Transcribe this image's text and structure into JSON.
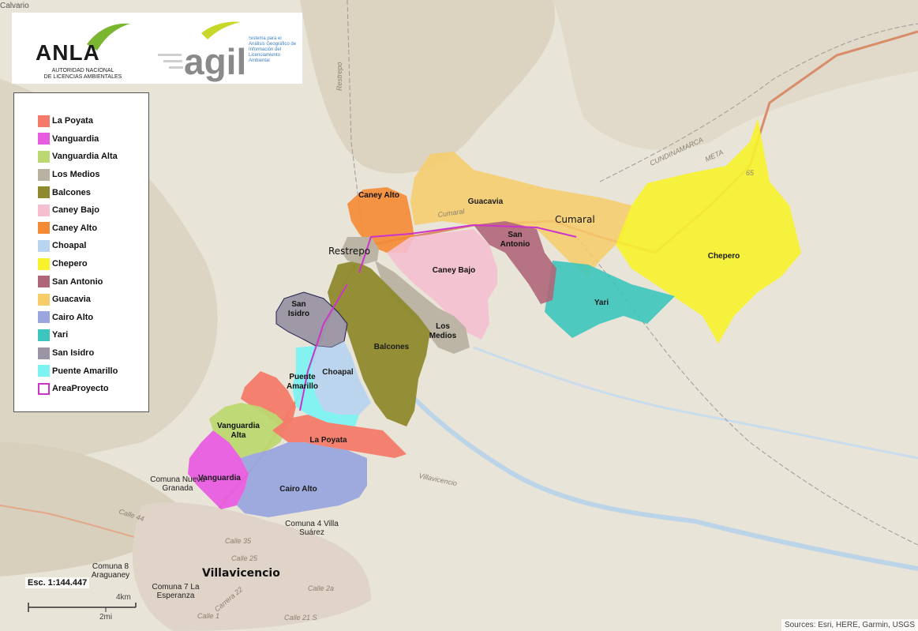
{
  "colors": {
    "background": "#e9e4d8",
    "water": "#bcd4e8",
    "road": "#d98c6a",
    "project_area": "#cc33cc"
  },
  "logos": {
    "anla_name": "ANLA",
    "anla_subtitle_line1": "AUTORIDAD NACIONAL",
    "anla_subtitle_line2": "DE LICENCIAS AMBIENTALES",
    "agil_name": "agil",
    "agil_tagline": "Sistema para el Análisis Geográfico de Información del Licenciamiento Ambiental"
  },
  "legend": {
    "items": [
      {
        "label": "La Poyata",
        "color": "#f47a6a"
      },
      {
        "label": "Vanguardia",
        "color": "#e85de0"
      },
      {
        "label": "Vanguardia Alta",
        "color": "#bcd870"
      },
      {
        "label": "Los Medios",
        "color": "#b9b2a3"
      },
      {
        "label": "Balcones",
        "color": "#8f8a2e"
      },
      {
        "label": "Caney Bajo",
        "color": "#f5bfd0"
      },
      {
        "label": "Caney Alto",
        "color": "#f58a34"
      },
      {
        "label": "Choapal",
        "color": "#b9d4ef"
      },
      {
        "label": "Chepero",
        "color": "#f7f22c"
      },
      {
        "label": "San Antonio",
        "color": "#b0667a"
      },
      {
        "label": "Guacavia",
        "color": "#f7cd6a"
      },
      {
        "label": "Cairo Alto",
        "color": "#9aa6dd"
      },
      {
        "label": "Yari",
        "color": "#3cc5be"
      },
      {
        "label": "San Isidro",
        "color": "#9a94a4"
      },
      {
        "label": "Puente Amarillo",
        "color": "#7df2f2"
      },
      {
        "label": "AreaProyecto",
        "color": "#cc33cc",
        "outline": true
      }
    ]
  },
  "map_labels": {
    "guacavia": "Guacavia",
    "caney_alto": "Caney Alto",
    "caney_bajo": "Caney Bajo",
    "san_antonio": "San Antonio",
    "chepero": "Chepero",
    "yari": "Yari",
    "los_medios": "Los Medios",
    "balcones": "Balcones",
    "san_isidro": "San Isidro",
    "choapal": "Choapal",
    "puente_amarillo": "Puente Amarillo",
    "vanguardia_alta": "Vanguardia Alta",
    "la_poyata": "La Poyata",
    "vanguardia": "Vanguardia",
    "cairo_alto": "Cairo Alto"
  },
  "places": {
    "cumaral": "Cumaral",
    "restrepo": "Restrepo",
    "villavicencio": "Villavicencio",
    "comuna_nueva_granada": "Comuna Nueva Granada",
    "comuna_4": "Comuna 4 Villa Suárez",
    "comuna_8": "Comuna 8 Araguaney",
    "comuna_7": "Comuna 7 La Esperanza",
    "calvario": "Calvario"
  },
  "streets": {
    "calle_44": "Calle 44",
    "calle_35": "Calle 35",
    "calle_25": "Calle 25",
    "calle_1": "Calle 1",
    "calle_21": "Calle 21 S",
    "calle_2": "Calle 2a",
    "carrera_22": "Carrera 22",
    "villavicencio_road": "Villavicencio",
    "restrepo_road": "Restrepo",
    "cundinamarca": "CUNDINAMARCA",
    "meta": "META",
    "cumaral_road": "Cumaral",
    "route_65": "65"
  },
  "scale": {
    "ratio": "Esc. 1:144.447",
    "km": "4km",
    "mi": "2mi"
  },
  "sources": "Sources: Esri, HERE, Garmin, USGS"
}
